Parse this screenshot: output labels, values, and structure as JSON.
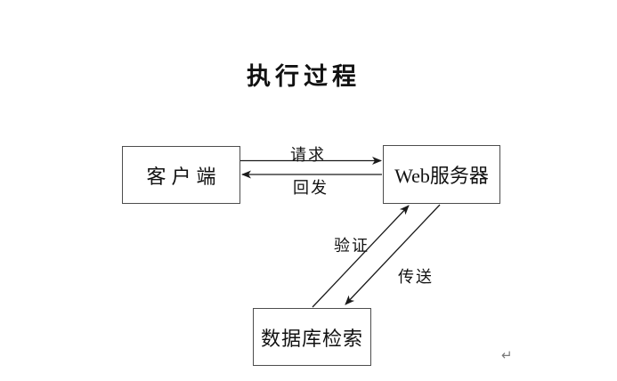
{
  "title": "执行过程",
  "diagram": {
    "nodes": [
      {
        "id": "client",
        "label": "客户端"
      },
      {
        "id": "web-server",
        "label": "Web服务器"
      },
      {
        "id": "database",
        "label": "数据库检索"
      }
    ],
    "edges": [
      {
        "label": "请求",
        "from": "client",
        "to": "web-server",
        "direction": "right"
      },
      {
        "label": "回发",
        "from": "web-server",
        "to": "client",
        "direction": "left"
      },
      {
        "label": "验证",
        "from": "database",
        "to": "web-server",
        "direction": "up-right"
      },
      {
        "label": "传送",
        "from": "web-server",
        "to": "database",
        "direction": "down-left"
      }
    ]
  },
  "paragraph_mark": "↵",
  "colors": {
    "background": "#ffffff",
    "line": "#1a1a1a",
    "box_border": "#4d4d4d",
    "text": "#111111",
    "paragraph_mark": "#7a7a7a"
  }
}
